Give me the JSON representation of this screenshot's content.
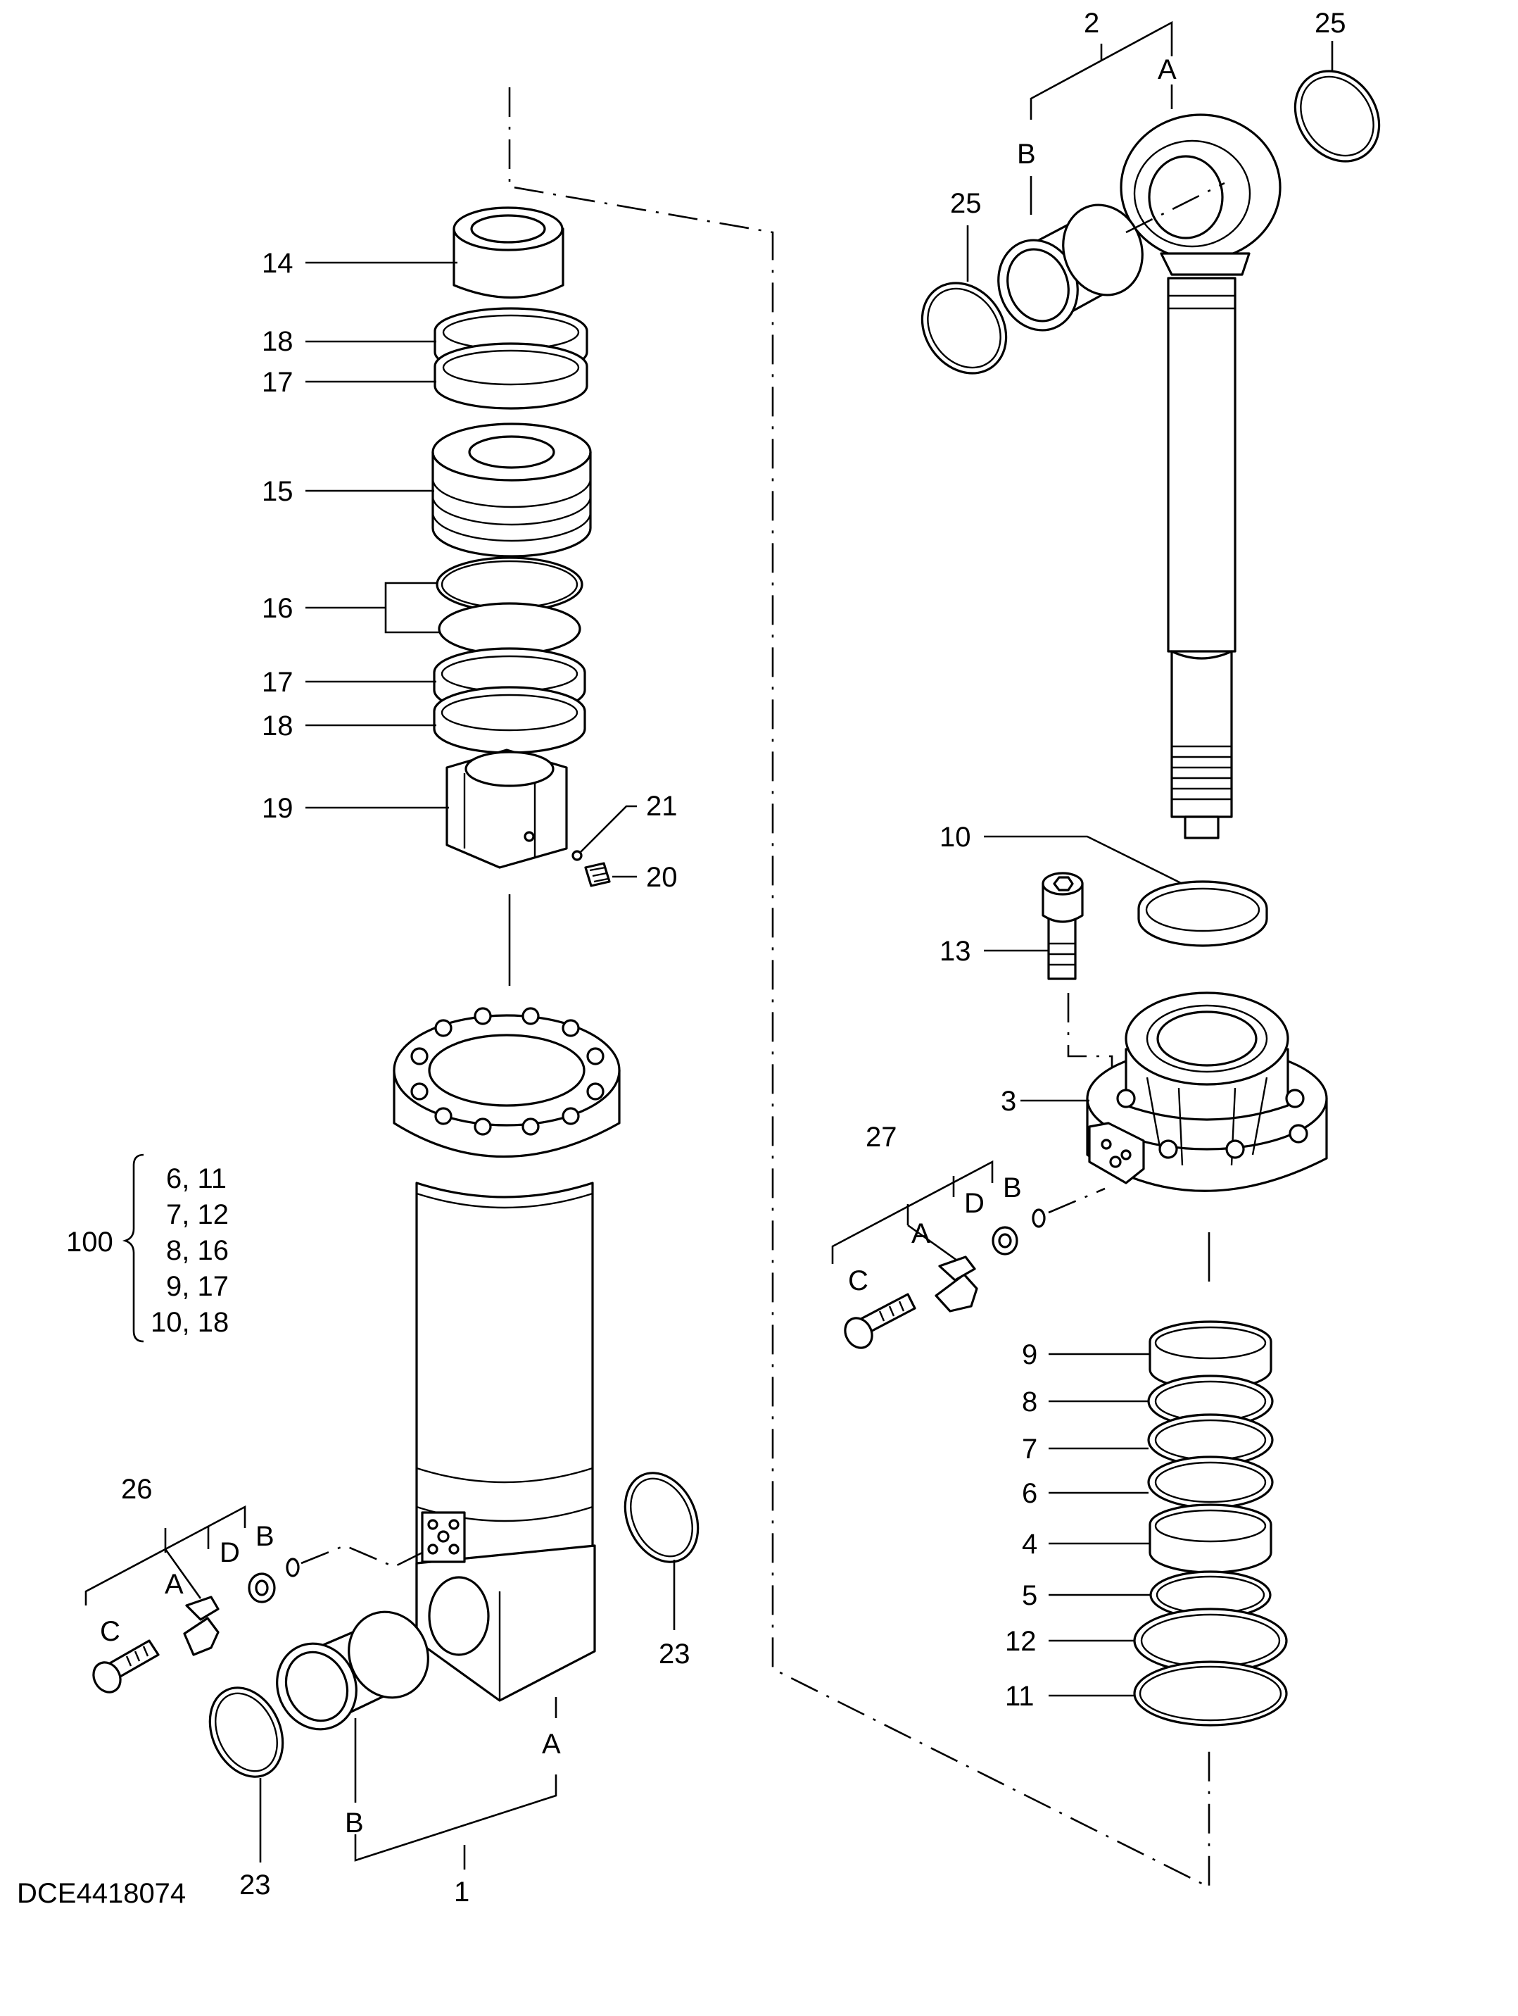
{
  "drawing": {
    "code": "DCE4418074",
    "labels": {
      "l1": "1",
      "l2": "2",
      "l3": "3",
      "l4": "4",
      "l5": "5",
      "l6": "6",
      "l7": "7",
      "l8": "8",
      "l9": "9",
      "l10": "10",
      "l11": "11",
      "l12": "12",
      "l13": "13",
      "l14": "14",
      "l15": "15",
      "l16": "16",
      "l17": "17",
      "l18": "18",
      "l19": "19",
      "l20": "20",
      "l21": "21",
      "l23": "23",
      "l25": "25",
      "l26": "26",
      "l27": "27",
      "l100": "100",
      "A": "A",
      "B": "B",
      "C": "C",
      "D": "D"
    },
    "kit_100": {
      "rows": [
        "6,  11",
        "7,  12",
        "8,  16",
        "9,  17",
        "10,  18"
      ]
    }
  }
}
